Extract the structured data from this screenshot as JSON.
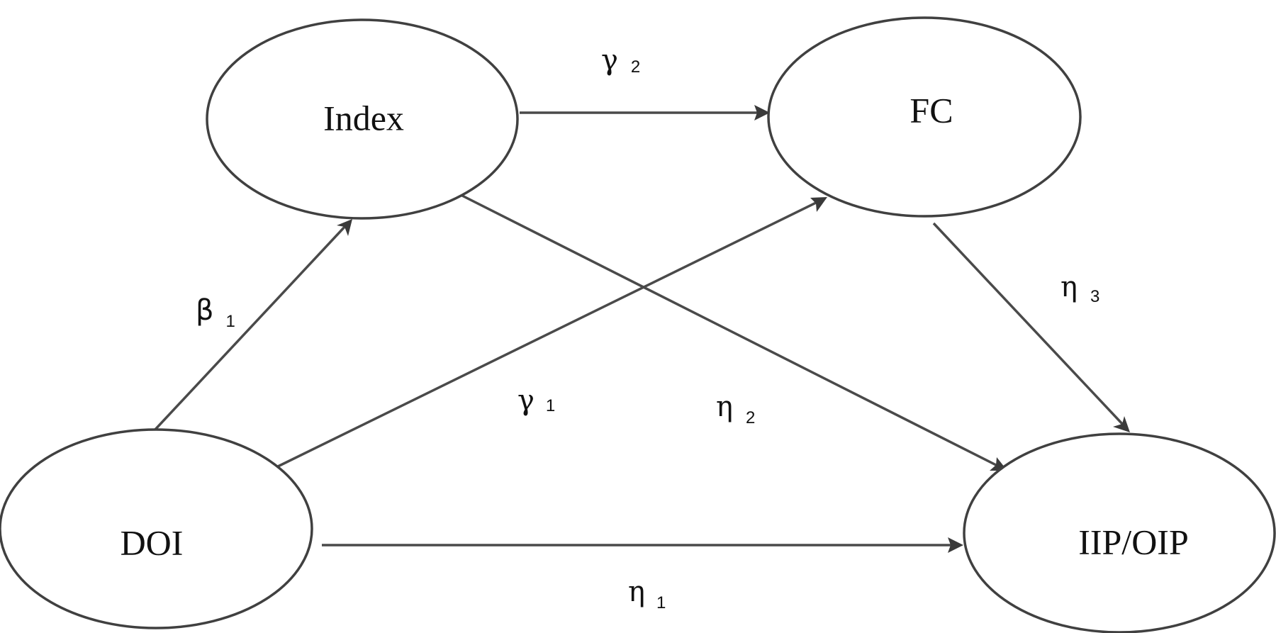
{
  "nodes": [
    {
      "id": "index",
      "label": "Index"
    },
    {
      "id": "fc",
      "label": "FC"
    },
    {
      "id": "doi",
      "label": "DOI"
    },
    {
      "id": "iip",
      "label": "IIP/OIP"
    }
  ],
  "edges": [
    {
      "id": "gamma2",
      "from": "index",
      "to": "fc",
      "symbol": "γ",
      "subscript": "2"
    },
    {
      "id": "beta1",
      "from": "doi",
      "to": "index",
      "symbol": "β",
      "subscript": "1"
    },
    {
      "id": "gamma1",
      "from": "doi",
      "to": "fc",
      "symbol": "γ",
      "subscript": "1"
    },
    {
      "id": "eta2",
      "from": "index",
      "to": "iip",
      "symbol": "η",
      "subscript": "2"
    },
    {
      "id": "eta3",
      "from": "fc",
      "to": "iip",
      "symbol": "η",
      "subscript": "3"
    },
    {
      "id": "eta1",
      "from": "doi",
      "to": "iip",
      "symbol": "η",
      "subscript": "1"
    }
  ]
}
